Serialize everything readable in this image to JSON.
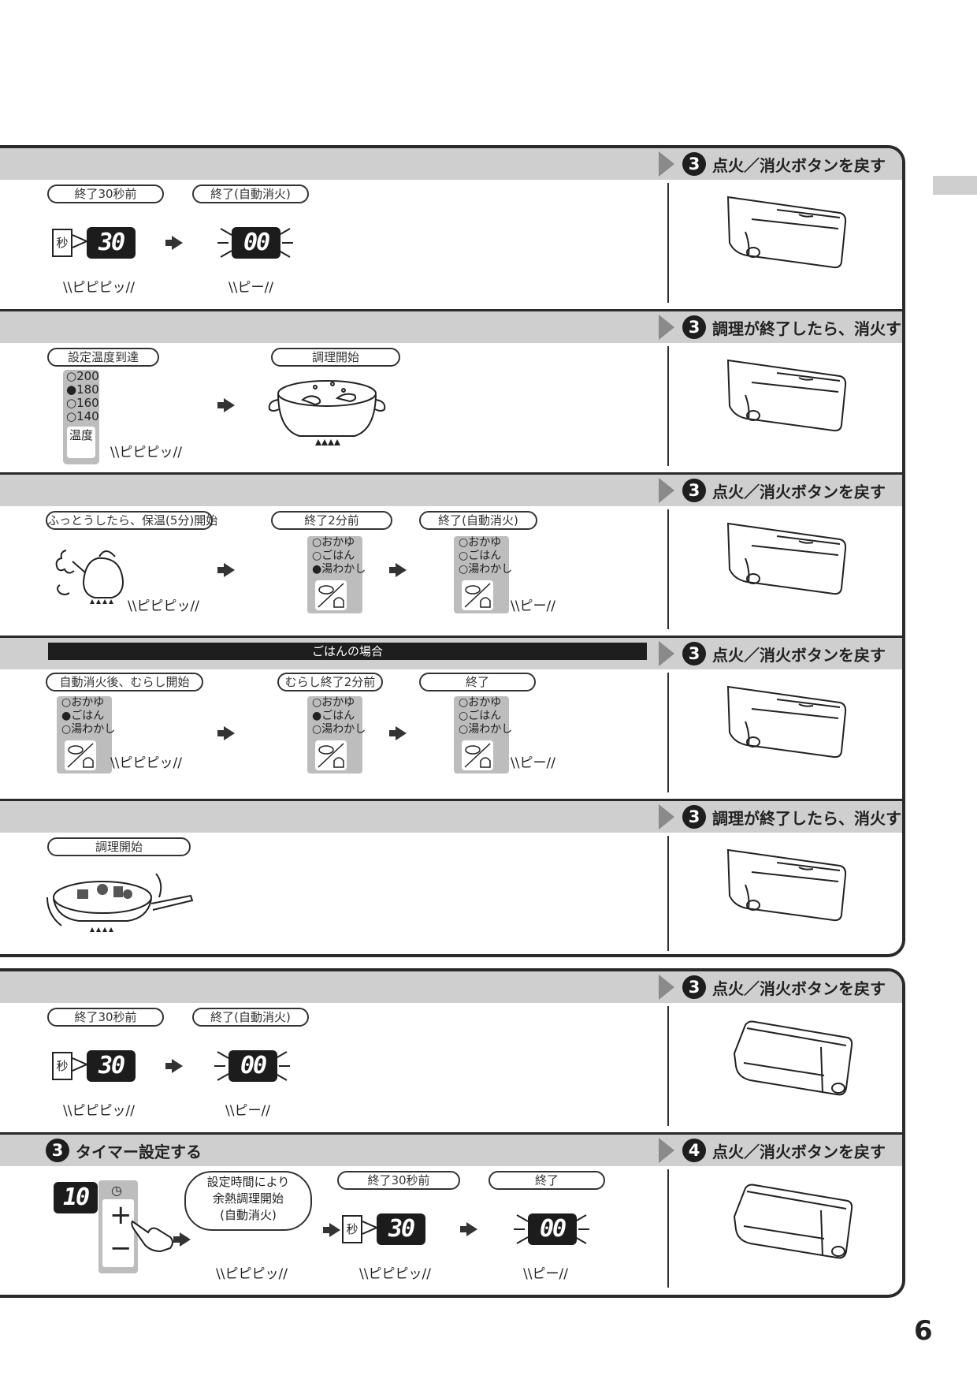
{
  "page_number": "6",
  "top_panel": {
    "sections": [
      {
        "step_number": "3",
        "step_label": "点火／消火ボタンを戻す",
        "pills": [
          "終了30秒前",
          "終了(自動消火)"
        ],
        "byo": "秒",
        "lcd_values": [
          "30",
          "00"
        ],
        "sounds": [
          "ピピピッ",
          "ピー"
        ]
      },
      {
        "step_number": "3",
        "step_label": "調理が終了したら、消火する",
        "pills": [
          "設定温度到達",
          "調理開始"
        ],
        "temps": [
          "○200",
          "●180",
          "○160",
          "○140"
        ],
        "temp_label": "温度",
        "sounds": [
          "ピピピッ"
        ]
      },
      {
        "step_number": "3",
        "step_label": "点火／消火ボタンを戻す",
        "pills": [
          "ふっとうしたら、保温(5分)開始",
          "終了2分前",
          "終了(自動消火)"
        ],
        "options_a": [
          "○おかゆ",
          "○ごはん",
          "●湯わかし"
        ],
        "options_b": [
          "○おかゆ",
          "○ごはん",
          "○湯わかし"
        ],
        "sounds": [
          "ピピピッ",
          "ピー"
        ]
      },
      {
        "step_number": "3",
        "step_label": "点火／消火ボタンを戻す",
        "banner": "ごはんの場合",
        "pills": [
          "自動消火後、むらし開始",
          "むらし終了2分前",
          "終了"
        ],
        "options_a": [
          "○おかゆ",
          "●ごはん",
          "○湯わかし"
        ],
        "options_b": [
          "○おかゆ",
          "●ごはん",
          "○湯わかし"
        ],
        "options_c": [
          "○おかゆ",
          "○ごはん",
          "○湯わかし"
        ],
        "sounds": [
          "ピピピッ",
          "ピー"
        ]
      },
      {
        "step_number": "3",
        "step_label": "調理が終了したら、消火する",
        "pills": [
          "調理開始"
        ]
      }
    ]
  },
  "bottom_panel": {
    "sections": [
      {
        "step_number": "3",
        "step_label": "点火／消火ボタンを戻す",
        "pills": [
          "終了30秒前",
          "終了(自動消火)"
        ],
        "byo": "秒",
        "lcd_values": [
          "30",
          "00"
        ],
        "sounds": [
          "ピピピッ",
          "ピー"
        ]
      },
      {
        "left_step_number": "3",
        "left_step_label": "タイマー設定する",
        "step_number": "4",
        "step_label": "点火／消火ボタンを戻す",
        "lcd_timer": "10",
        "bubble_lines": [
          "設定時間により",
          "余熱調理開始",
          "(自動消火)"
        ],
        "pills": [
          "終了30秒前",
          "終了"
        ],
        "byo": "秒",
        "lcd_values": [
          "30",
          "00"
        ],
        "sounds": [
          "ピピピッ",
          "ピピピッ",
          "ピー"
        ],
        "plus": "+",
        "minus": "−"
      }
    ]
  }
}
